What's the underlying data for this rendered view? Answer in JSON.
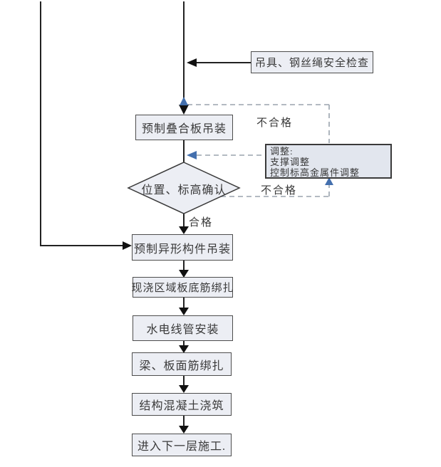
{
  "diagram": {
    "type": "construction-process-flowchart",
    "nodes": {
      "safety_check": "吊具、钢丝绳安全检查",
      "slab_hoisting": "预制叠合板吊装",
      "position_check": "位置、标高确认",
      "special_hoisting": "预制异形构件吊装",
      "slab_bottom_rebar": "现浇区域板底筋绑扎",
      "mep_conduit": "水电线管安装",
      "beam_slab_rebar": "梁、板面筋绑扎",
      "concrete_pouring": "结构混凝土浇筑",
      "next_floor": "进入下一层施工."
    },
    "adjustment_box": {
      "title": "调整:",
      "items": [
        "支撑调整",
        "控制标高金属件调整"
      ]
    },
    "edge_labels": {
      "fail_upper": "不合格",
      "fail_lower": "不合格",
      "pass": "合格"
    },
    "colors": {
      "background": "#ffffff",
      "box_fill": "#eceef4",
      "adjust_box_fill": "#e2e6ee",
      "box_border": "#4d4d4d",
      "solid_line": "#222222",
      "dashed_line": "#9aa3ad",
      "blue_arrow": "#4470ae",
      "text": "#3a3a3a"
    }
  }
}
